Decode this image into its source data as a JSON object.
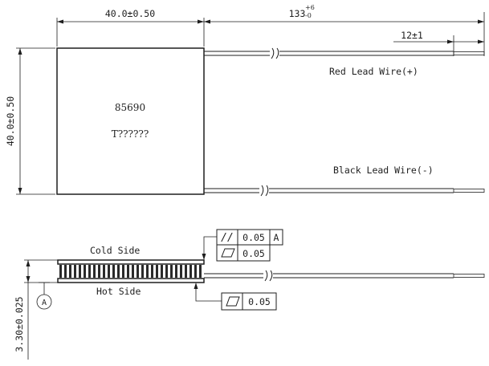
{
  "top_view": {
    "width_dim": "40.0±0.50",
    "height_dim": "40.0±0.50",
    "lead_length_main": "133",
    "lead_length_tol_plus": "+6",
    "lead_length_tol_minus": "-0",
    "strip_length_dim": "12±1",
    "model_number": "85690",
    "part_code": "T??????",
    "red_wire_label": "Red Lead Wire(+)",
    "black_wire_label": "Black Lead Wire(-)"
  },
  "side_view": {
    "cold_side_label": "Cold Side",
    "hot_side_label": "Hot Side",
    "thickness_dim": "3.30±0.025",
    "datum_label": "A",
    "parallelism_symbol": "//",
    "parallelism_tolerance": "0.05",
    "parallelism_datum": "A",
    "flatness_top_tolerance": "0.05",
    "flatness_bottom_tolerance": "0.05"
  }
}
